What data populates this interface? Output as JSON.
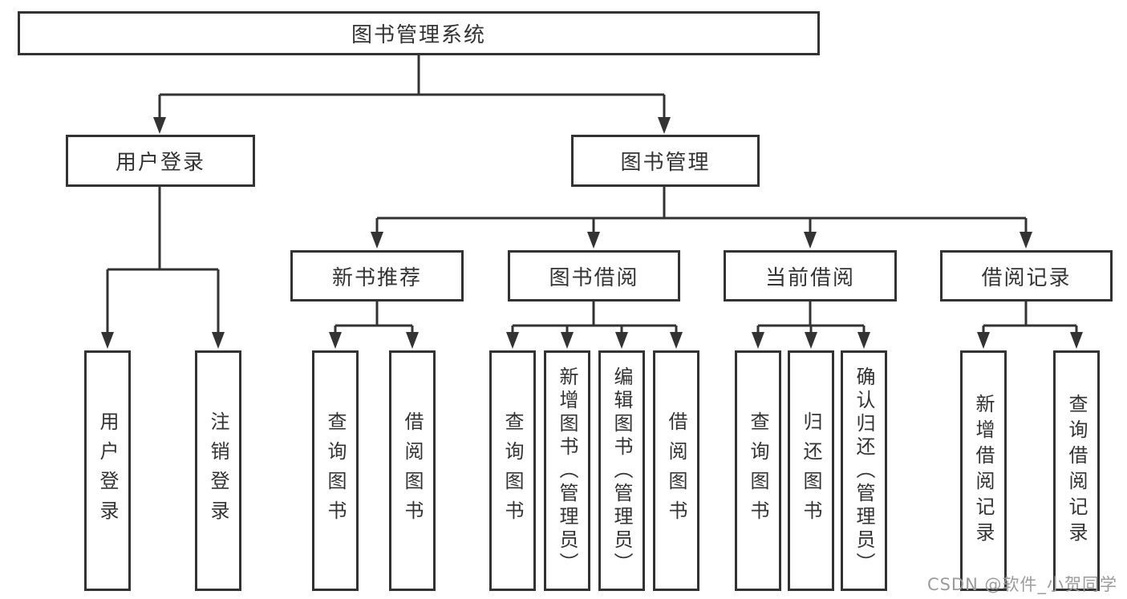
{
  "tree": {
    "root": "图书管理系统",
    "branches": [
      {
        "label": "用户登录",
        "children": [
          "用户登录",
          "注销登录"
        ]
      },
      {
        "label": "图书管理",
        "groups": [
          {
            "label": "新书推荐",
            "children": [
              "查询图书",
              "借阅图书"
            ]
          },
          {
            "label": "图书借阅",
            "children": [
              "查询图书",
              "新增图书（管理员）",
              "编辑图书（管理员）",
              "借阅图书"
            ]
          },
          {
            "label": "当前借阅",
            "children": [
              "查询图书",
              "归还图书",
              "确认归还（管理员）"
            ]
          },
          {
            "label": "借阅记录",
            "children": [
              "新增借阅记录",
              "查询借阅记录"
            ]
          }
        ]
      }
    ]
  },
  "watermark": "CSDN @软件_小贺同学",
  "colors": {
    "line": "#333333",
    "text": "#333333",
    "watermark": "#9b9b9b",
    "background": "#ffffff"
  }
}
